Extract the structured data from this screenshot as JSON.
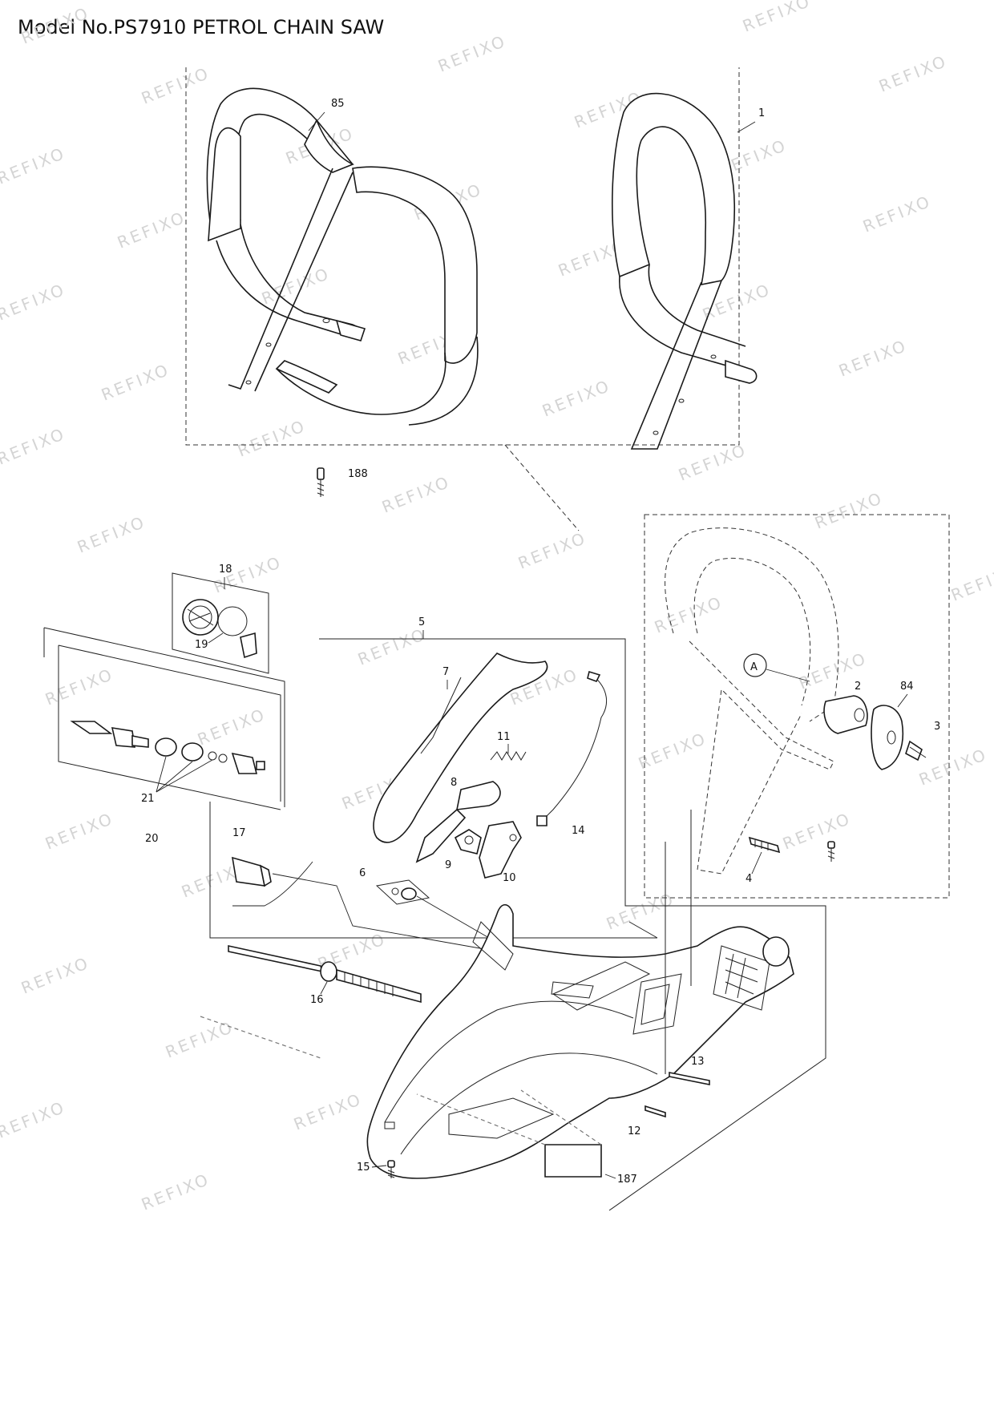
{
  "title": "Model No.PS7910 PETROL CHAIN SAW",
  "watermark": "REFIXO",
  "callouts": {
    "c85": "85",
    "c1": "1",
    "c188": "188",
    "c18": "18",
    "c19": "19",
    "c5": "5",
    "c7": "7",
    "c11": "11",
    "c8": "8",
    "c9": "9",
    "c10": "10",
    "c14": "14",
    "c21": "21",
    "c20": "20",
    "c17": "17",
    "c6": "6",
    "c16": "16",
    "c2": "2",
    "c84": "84",
    "c3": "3",
    "c4": "4",
    "cA": "A",
    "c13": "13",
    "c12": "12",
    "c15": "15",
    "c187": "187"
  }
}
